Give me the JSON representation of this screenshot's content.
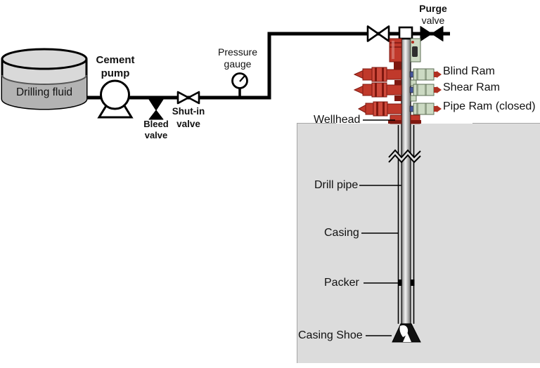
{
  "diagram": {
    "tank": {
      "label": "Drilling fluid"
    },
    "pump": {
      "label_line1": "Cement",
      "label_line2": "pump"
    },
    "valves": {
      "bleed": {
        "line1": "Bleed",
        "line2": "valve"
      },
      "shut_in": {
        "line1": "Shut-in",
        "line2": "valve"
      },
      "purge": {
        "line1": "Purge",
        "line2": "valve"
      }
    },
    "gauge": {
      "line1": "Pressure",
      "line2": "gauge"
    },
    "bop": {
      "blind_ram": "Blind Ram",
      "shear_ram": "Shear Ram",
      "pipe_ram": "Pipe Ram (closed)"
    },
    "well": {
      "wellhead": "Wellhead",
      "drill_pipe": "Drill pipe",
      "casing": "Casing",
      "packer": "Packer",
      "casing_shoe": "Casing Shoe"
    },
    "colors": {
      "ground": "#dcdcdc",
      "tank_body": "#d9d9d9",
      "drilling_fluid": "#b3b3b3",
      "bop_red": "#c0392b",
      "bop_red_dark": "#7e170f",
      "bop_green": "#ccdac3",
      "bop_blue": "#44549b",
      "pipe_steel": "#c7c7c7",
      "line": "#000000"
    }
  }
}
